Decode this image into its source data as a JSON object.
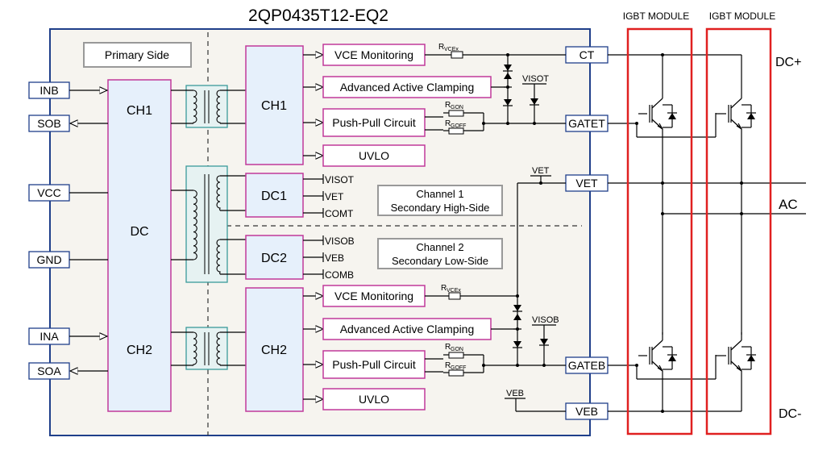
{
  "title": "2QP0435T12-EQ2",
  "modules": [
    "IGBT MODULE",
    "IGBT MODULE"
  ],
  "labels": {
    "primary_side": "Primary Side",
    "channel1": [
      "Channel 1",
      "Secondary  High-Side"
    ],
    "channel2": [
      "Channel 2",
      "Secondary  Low-Side"
    ],
    "ch1": "CH1",
    "ch2": "CH2",
    "dc": "DC",
    "dc1": "DC1",
    "dc2": "DC2"
  },
  "left_pins": [
    "INB",
    "SOB",
    "VCC",
    "GND",
    "INA",
    "SOA"
  ],
  "right_pins": [
    "CT",
    "GATET",
    "VET",
    "GATEB",
    "VEB"
  ],
  "rails": [
    "DC+",
    "AC",
    "DC-"
  ],
  "functions_ch1": [
    "VCE Monitoring",
    "Advanced Active Clamping",
    "Push-Pull Circuit",
    "UVLO"
  ],
  "functions_ch2": [
    "VCE Monitoring",
    "Advanced Active Clamping",
    "Push-Pull Circuit",
    "UVLO"
  ],
  "dc1_outputs": [
    "VISOT",
    "VET",
    "COMT"
  ],
  "dc2_outputs": [
    "VISOB",
    "VEB",
    "COMB"
  ],
  "components": {
    "rvce": [
      "R",
      "VCEx"
    ],
    "rgon": [
      "R",
      "GON"
    ],
    "rgoff": [
      "R",
      "GOFF"
    ],
    "visot": "VISOT",
    "visob": "VISOB",
    "vet": "VET",
    "veb": "VEB"
  },
  "colors": {
    "border": "#1f3f8a",
    "block_outline": "#c0399a",
    "block_fill": "#e6f0fb",
    "module_box": "#e02020",
    "panel_fill": "#f6f4ef"
  }
}
